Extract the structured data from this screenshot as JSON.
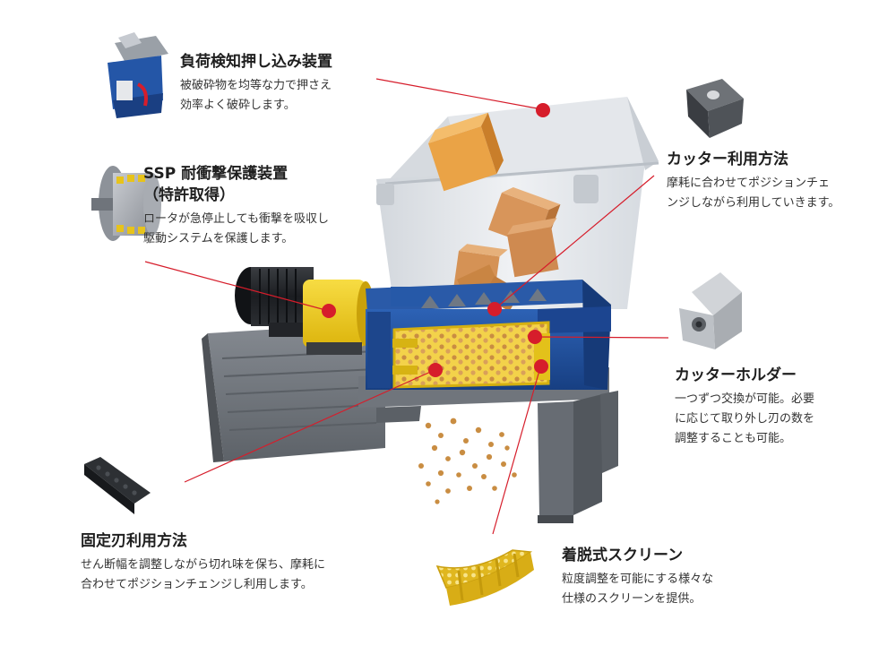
{
  "colors": {
    "accent": "#d61d2b",
    "machine_blue": "#1f4f9c",
    "machine_yellow": "#f2cd14",
    "frame_gray": "#6e737a",
    "hopper": "#e2e5e9",
    "box_orange": "#e69a3c",
    "chip": "#c98d42"
  },
  "callouts": {
    "pusher": {
      "title": "負荷検知押し込み装置",
      "desc": [
        "被破砕物を均等な力で押さえ",
        "効率よく破砕します。"
      ]
    },
    "ssp": {
      "title": [
        "SSP 耐衝撃保護装置",
        "（特許取得）"
      ],
      "desc": [
        "ロータが急停止しても衝撃を吸収し",
        "駆動システムを保護します。"
      ]
    },
    "cutter": {
      "title": "カッター利用方法",
      "desc": [
        "摩耗に合わせてポジションチェ",
        "ンジしながら利用していきます。"
      ]
    },
    "holder": {
      "title": "カッターホルダー",
      "desc": [
        "一つずつ交換が可能。必要",
        "に応じて取り外し刃の数を",
        "調整することも可能。"
      ]
    },
    "blade": {
      "title": "固定刃利用方法",
      "desc": [
        "せん断幅を調整しながら切れ味を保ち、摩耗に",
        "合わせてポジションチェンジし利用します。"
      ]
    },
    "screen": {
      "title": "着脱式スクリーン",
      "desc": [
        "粒度調整を可能にする様々な",
        "仕様のスクリーンを提供。"
      ]
    }
  },
  "icons": [
    "pusher-device-icon",
    "coupling-icon",
    "cutter-icon",
    "cutter-holder-icon",
    "fixed-blade-icon",
    "screen-icon"
  ]
}
